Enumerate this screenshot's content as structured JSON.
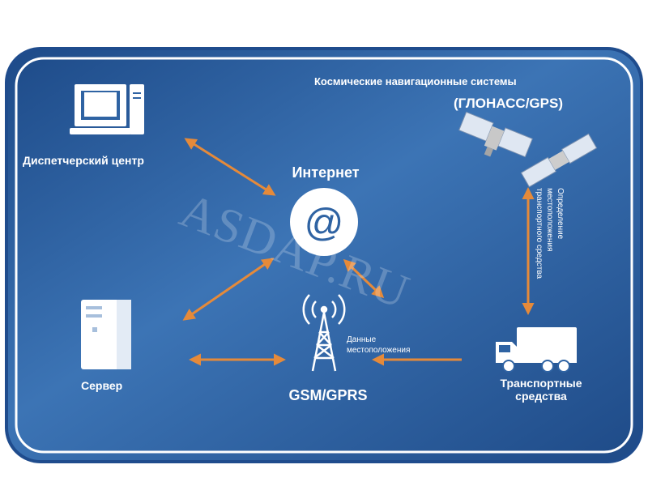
{
  "colors": {
    "background_dark": "#1e4a87",
    "background_light": "#3a72b3",
    "card_border": "#1f4c8d",
    "arrow": "#e58a3a",
    "text": "#ffffff"
  },
  "space": {
    "line1": "Космические навигационные системы",
    "line2": "(ГЛОНАСС/GPS)",
    "icon": "satellite-icon"
  },
  "dispatch": {
    "label": "Диспетчерский центр",
    "icon": "computer-icon"
  },
  "internet": {
    "label": "Интернет",
    "symbol": "@",
    "icon": "at-sign-icon"
  },
  "server": {
    "label": "Сервер",
    "icon": "server-tower-icon"
  },
  "gsm": {
    "label": "GSM/GPRS",
    "icon": "radio-tower-icon"
  },
  "transport": {
    "line1": "Транспортные",
    "line2": "средства",
    "icon": "truck-icon"
  },
  "location_data": {
    "line1": "Данные",
    "line2": "местоположения"
  },
  "vertical_note": {
    "line1": "Определение",
    "line2": "местоположения",
    "line3": "транспортного средства"
  },
  "watermark": "ASDAP.RU"
}
